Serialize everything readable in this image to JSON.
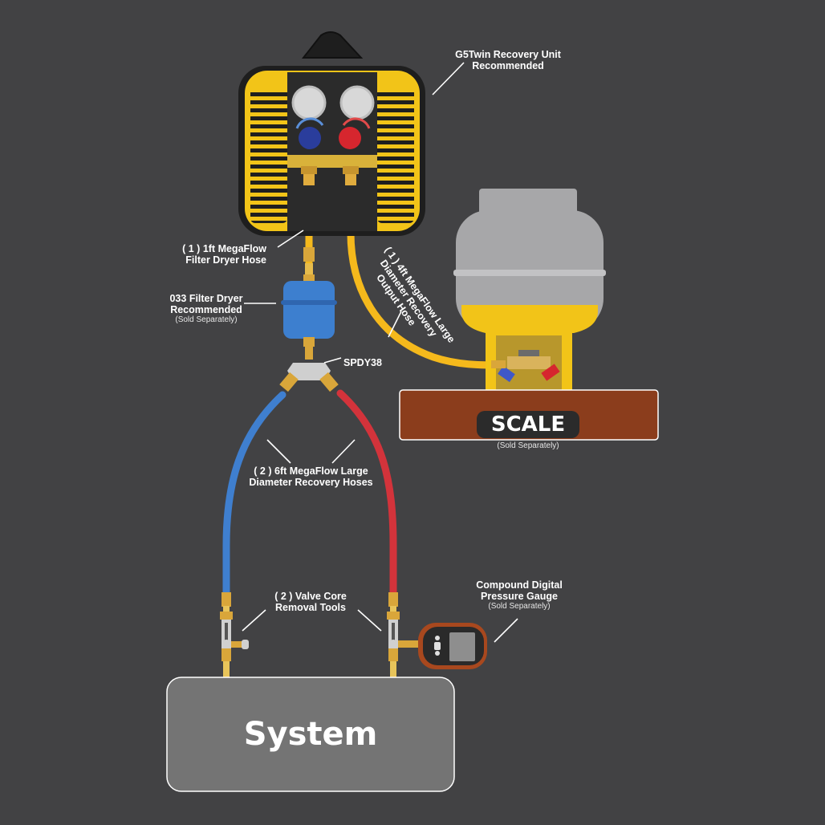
{
  "labels": {
    "recovery_unit": [
      "G5Twin Recovery Unit",
      "Recommended"
    ],
    "filter_hose": [
      "( 1 ) 1ft MegaFlow",
      "Filter Dryer Hose"
    ],
    "output_hose": [
      "( 1 ) 4ft MegaFlow Large",
      "Diameter Recovery",
      "Output Hose"
    ],
    "filter_dryer": [
      "033 Filter Dryer",
      "Recommended"
    ],
    "filter_dryer_note": "(Sold Separately)",
    "tee": "SPDY38",
    "scale": "SCALE",
    "scale_note": "(Sold Separately)",
    "recovery_hoses": [
      "( 2 ) 6ft MegaFlow Large",
      "Diameter Recovery Hoses"
    ],
    "valve_tools": [
      "( 2 ) Valve Core",
      "Removal Tools"
    ],
    "gauge": [
      "Compound Digital",
      "Pressure Gauge"
    ],
    "gauge_note": "(Sold Separately)",
    "system": "System"
  },
  "colors": {
    "background": "#424244",
    "unit_yellow": "#f2c418",
    "hose_yellow": "#f5b91c",
    "hose_blue": "#3f7fcf",
    "hose_red": "#d3333b",
    "brass": "#d9a63a",
    "filter_blue": "#3d7fcf",
    "tank_gray": "#a7a7a9",
    "scale_brown": "#8b3d1c",
    "system_gray": "#747474"
  }
}
